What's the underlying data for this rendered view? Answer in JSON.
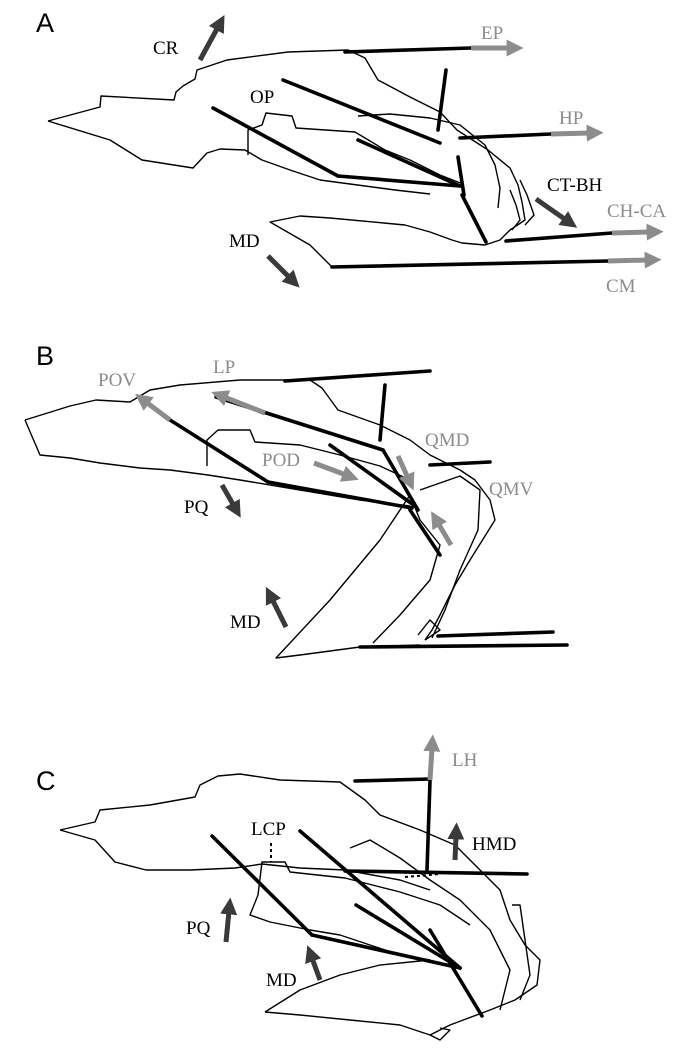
{
  "colors": {
    "dark_arrow": "#3a3a3a",
    "light_arrow": "#8c8c8c",
    "line": "#000000"
  },
  "panels": [
    {
      "letter": "A",
      "labels": {
        "cr": "CR",
        "op": "OP",
        "ep": "EP",
        "hp": "HP",
        "ctbh": "CT-BH",
        "chca": "CH-CA",
        "md": "MD",
        "cm": "CM"
      }
    },
    {
      "letter": "B",
      "labels": {
        "pov": "POV",
        "lp": "LP",
        "pod": "POD",
        "qmd": "QMD",
        "qmv": "QMV",
        "pq": "PQ",
        "md": "MD"
      }
    },
    {
      "letter": "C",
      "labels": {
        "lh": "LH",
        "lcp": "LCP",
        "hmd": "HMD",
        "pq": "PQ",
        "md": "MD"
      }
    }
  ]
}
